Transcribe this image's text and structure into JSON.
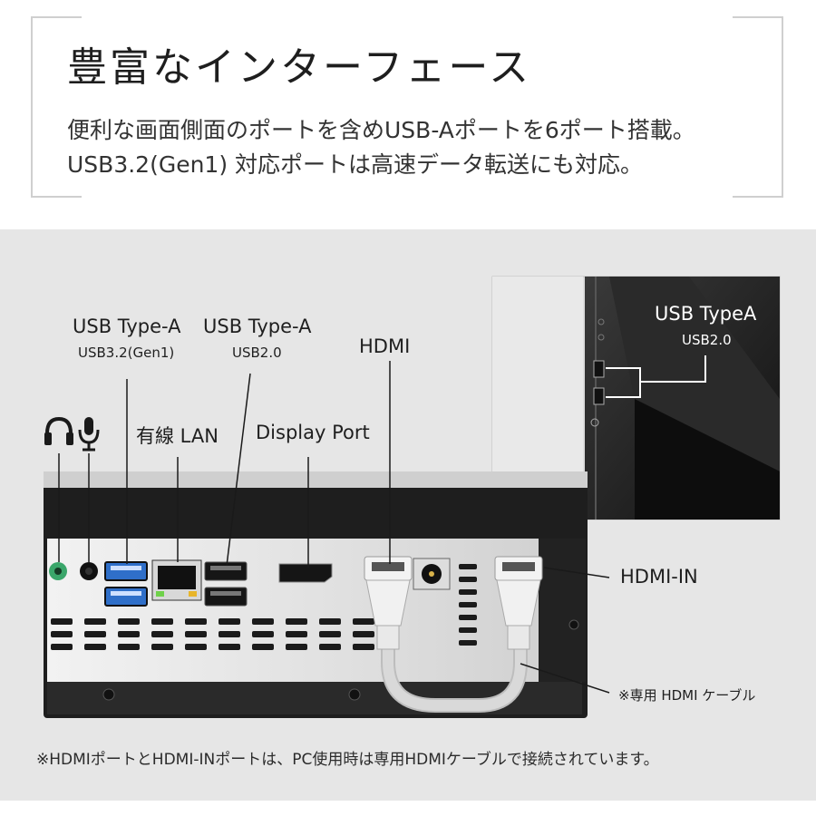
{
  "header": {
    "title": "豊富なインターフェース",
    "subtitle_line1": "便利な画面側面のポートを含めUSB-Aポートを6ポート搭載。",
    "subtitle_line2": "USB3.2(Gen1) 対応ポートは高速データ転送にも対応。"
  },
  "labels": {
    "usb_a_1": "USB Type-A",
    "usb_a_1_sub": "USB3.2(Gen1)",
    "usb_a_2": "USB Type-A",
    "usb_a_2_sub": "USB2.0",
    "hdmi": "HDMI",
    "lan": "有線 LAN",
    "display_port": "Display Port",
    "hdmi_in": "HDMI-IN",
    "cable": "※専用 HDMI ケーブル",
    "side_usb": "USB TypeA",
    "side_usb_sub": "USB2.0"
  },
  "icons": [
    "headphone-icon",
    "microphone-icon"
  ],
  "footnote": "※HDMIポートとHDMI-INポートは、PC使用時は専用HDMIケーブルで接続されています。",
  "colors": {
    "usb3_blue": "#2f6fc9",
    "audio_green": "#3aa66a",
    "panel_bg": "#e6e6e6"
  }
}
